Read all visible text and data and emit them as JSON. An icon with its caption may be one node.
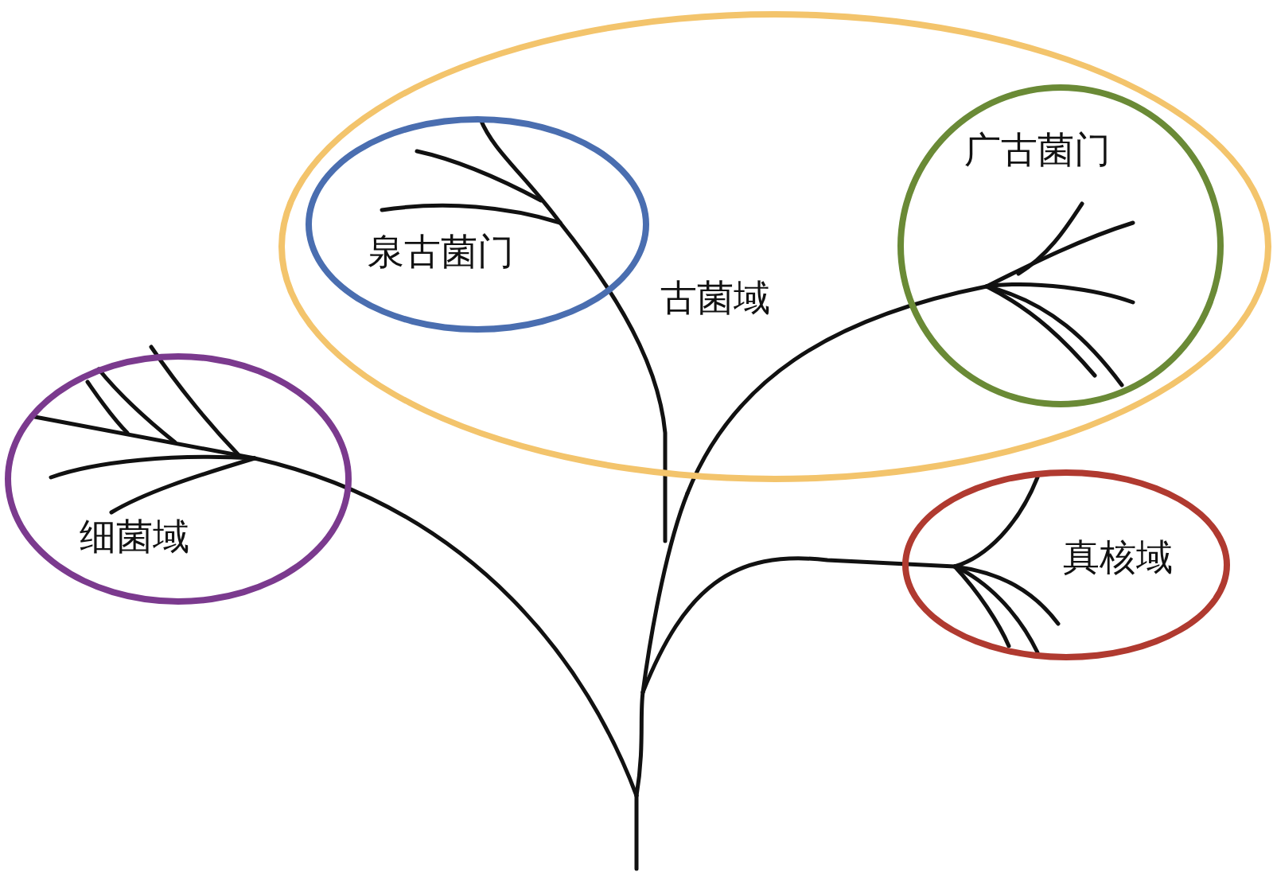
{
  "diagram": {
    "nodes": [
      {
        "text": [
          "古菌域"
        ]
      },
      {
        "text": [
          "泉古菌门"
        ],
        "in": 0
      },
      {
        "text": [
          "广古菌门"
        ],
        "in": 0
      },
      {
        "text": [
          "细菌域"
        ]
      },
      {
        "text": [
          "真核域"
        ]
      }
    ]
  }
}
